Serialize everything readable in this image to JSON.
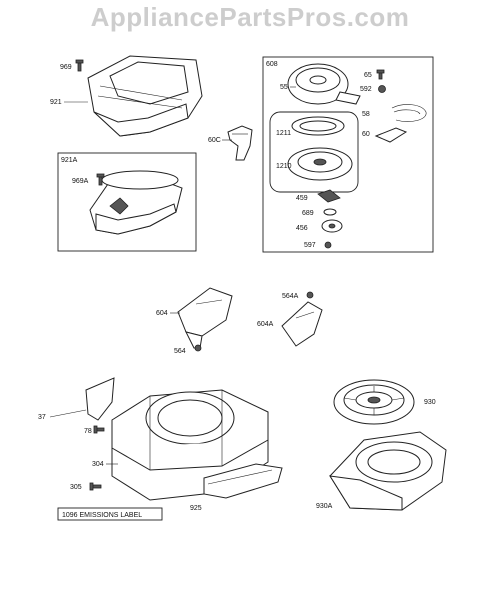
{
  "watermark": "AppliancePartsPros.com",
  "boxes": {
    "box_921A": "921A",
    "box_608": "608"
  },
  "labels": {
    "p969": "969",
    "p921": "921",
    "p969A": "969A",
    "p60C": "60C",
    "p55": "55",
    "p65": "65",
    "p592": "592",
    "p58": "58",
    "p60": "60",
    "p1211": "1211",
    "p1210": "1210",
    "p459": "459",
    "p689": "689",
    "p456": "456",
    "p597": "597",
    "p604": "604",
    "p564": "564",
    "p564A": "564A",
    "p604A": "604A",
    "p37": "37",
    "p78": "78",
    "p304": "304",
    "p305": "305",
    "p925": "925",
    "p930": "930",
    "p930A": "930A"
  },
  "emissions_label": "1096 EMISSIONS LABEL"
}
